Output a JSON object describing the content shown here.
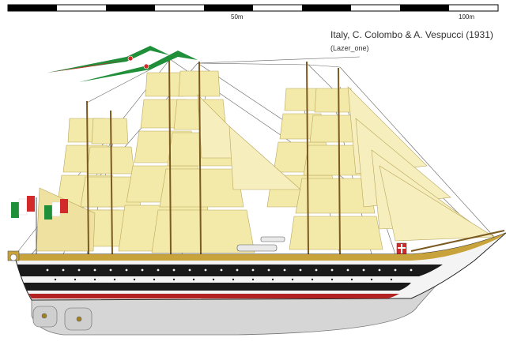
{
  "scale": {
    "label_mid": "50m",
    "label_end": "100m"
  },
  "caption": {
    "title": "Italy, C. Colombo & A. Vespucci (1931)",
    "credit": "(Lazer_one)"
  },
  "colors": {
    "sail": "#f3e9a8",
    "sail_shade": "#d9c97a",
    "hull_black": "#1a1a1a",
    "hull_white": "#f4f4f4",
    "stripe_gold": "#c8a23a",
    "waterline_red": "#b32222",
    "underwater_grey": "#d3d3d3",
    "rigging": "#555555",
    "mast_brown": "#8a6b2a",
    "flag_green": "#1f8f3a",
    "flag_red": "#d22a2a"
  },
  "icons": {
    "flag_left": "italian-naval-flag-icon",
    "flag_stern": "savoy-shield-icon"
  }
}
